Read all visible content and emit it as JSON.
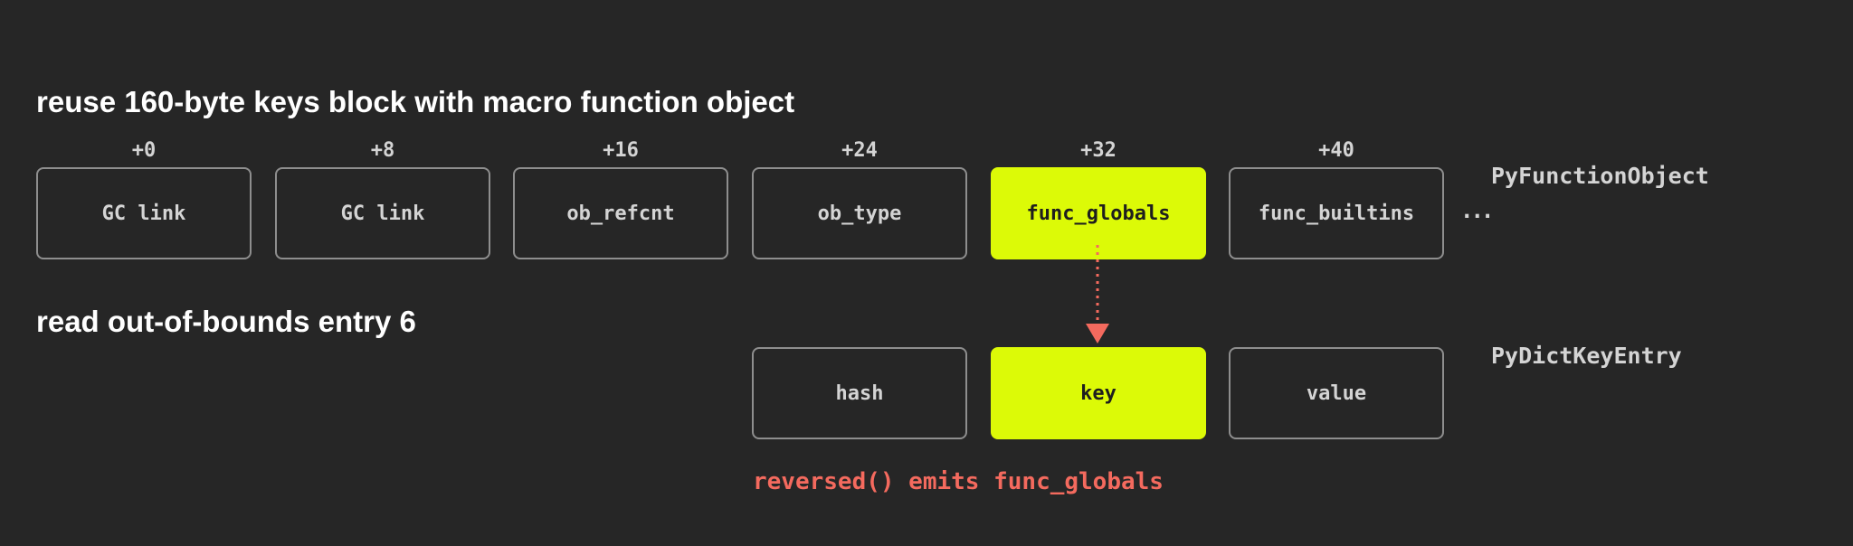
{
  "headings": {
    "reuse": "reuse 160-byte keys block with macro function object",
    "read": "read out-of-bounds entry 6"
  },
  "offsets": [
    "+0",
    "+8",
    "+16",
    "+24",
    "+32",
    "+40"
  ],
  "function_object": {
    "label": "PyFunctionObject",
    "fields": [
      "GC link",
      "GC link",
      "ob_refcnt",
      "ob_type",
      "func_globals",
      "func_builtins"
    ],
    "ellipsis": "...",
    "highlighted_field": "func_globals"
  },
  "dict_key_entry": {
    "label": "PyDictKeyEntry",
    "fields": [
      "hash",
      "key",
      "value"
    ],
    "highlighted_field": "key"
  },
  "note": "reversed() emits func_globals",
  "colors": {
    "background": "#262626",
    "highlight": "#dcfa07",
    "arrow": "#f46a5e",
    "border": "#8e8e8e",
    "text": "#d4d4d4"
  }
}
